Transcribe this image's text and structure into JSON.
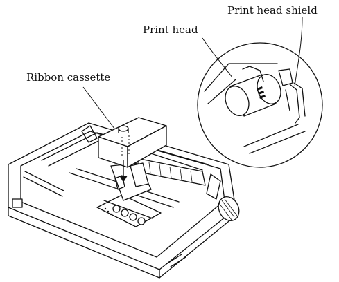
{
  "labels": {
    "print_head_shield": "Print head shield",
    "print_head": "Print head",
    "ribbon_cassette": "Ribbon cassette"
  },
  "colors": {
    "ink": "#111111",
    "paper": "#ffffff"
  }
}
